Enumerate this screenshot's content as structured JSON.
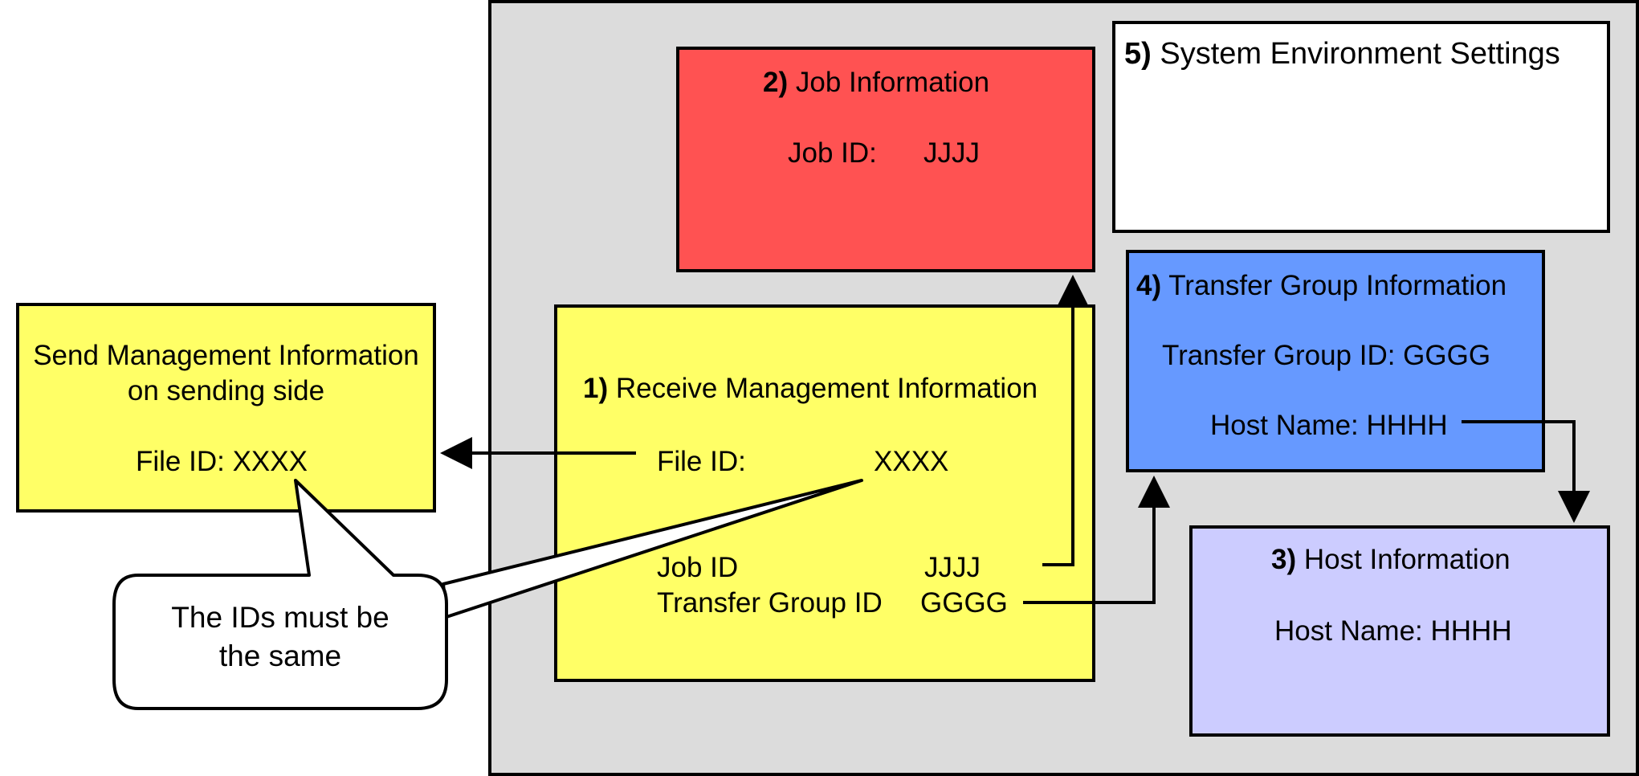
{
  "colors": {
    "panel": "#dcdcdc",
    "job": "#ff5252",
    "receive": "#ffff66",
    "send": "#ffff66",
    "transfer": "#6699ff",
    "host": "#ccccff",
    "system": "#ffffff"
  },
  "send": {
    "title_line1": "Send Management Information",
    "title_line2": "on sending side",
    "file_id": "File ID: XXXX"
  },
  "receive": {
    "num": "1)",
    "title": "Receive Management Information",
    "file_id_label": "File ID:",
    "file_id_value": "XXXX",
    "job_id_label": "Job ID",
    "job_id_value": "JJJJ",
    "group_id_label": "Transfer Group ID",
    "group_id_value": "GGGG"
  },
  "job": {
    "num": "2)",
    "title": "Job Information",
    "job_id_label": "Job ID:",
    "job_id_value": "JJJJ"
  },
  "host": {
    "num": "3)",
    "title": "Host Information",
    "host_name": "Host Name: HHHH"
  },
  "transfer": {
    "num": "4)",
    "title": "Transfer Group Information",
    "group_id": "Transfer Group ID: GGGG",
    "host_name": "Host Name: HHHH"
  },
  "system": {
    "num": "5)",
    "title": "System Environment Settings"
  },
  "callout": {
    "line1": "The IDs must be",
    "line2": "the same"
  }
}
